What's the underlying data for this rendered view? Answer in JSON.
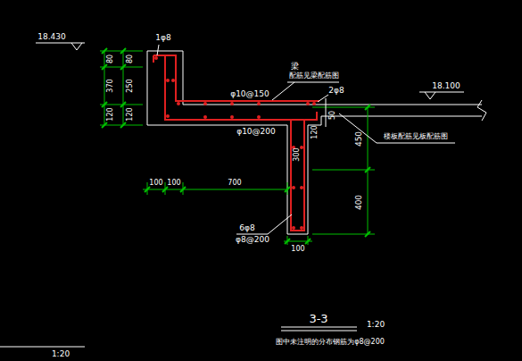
{
  "diagram": {
    "title": "3-3",
    "caption": "图中未注明的分布钢筋为φ8@200",
    "labels": [
      "18.430",
      "80",
      "370",
      "120",
      "80",
      "250",
      "120",
      "1φ8",
      "梁",
      "配筋见梁配筋图",
      "φ10@150",
      "2φ8",
      "18.100",
      "50",
      "120",
      "φ10@200",
      "楼板配筋见板配筋图",
      "450",
      "300",
      "400",
      "100",
      "100",
      "700",
      "6φ8",
      "φ8@200",
      "100",
      "1:20",
      "1:20"
    ]
  }
}
